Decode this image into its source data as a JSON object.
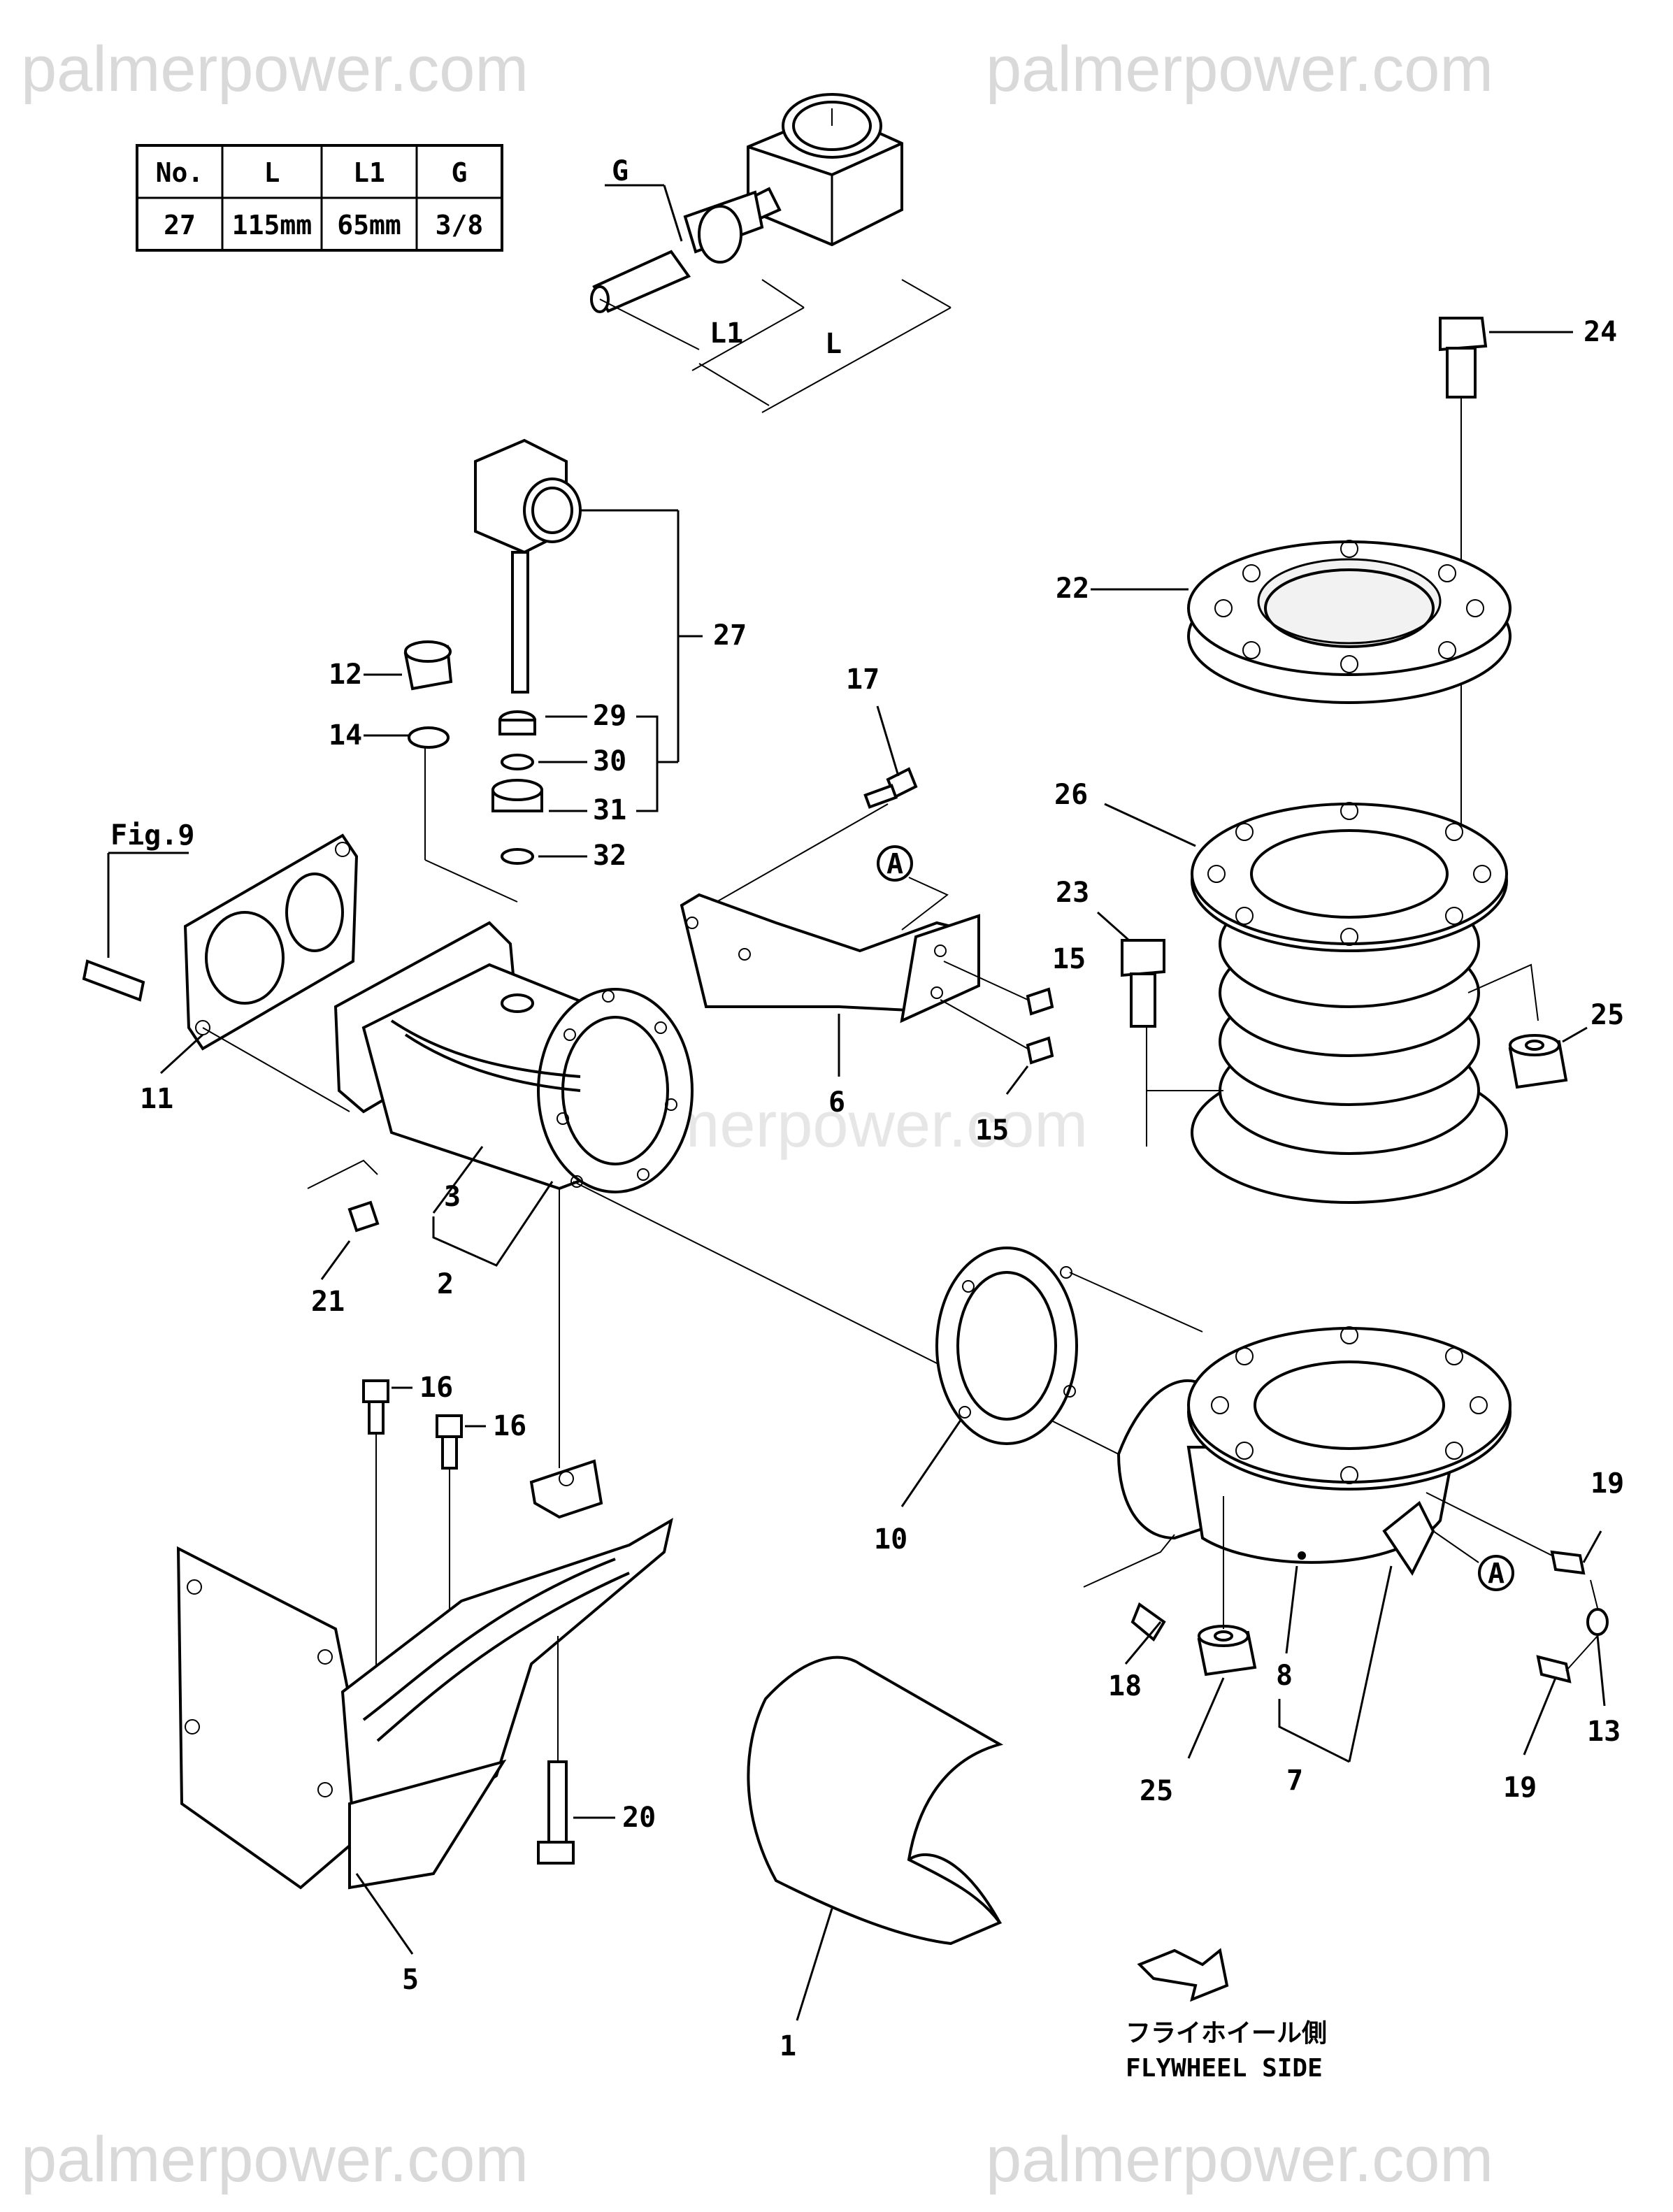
{
  "watermarks": {
    "top_left": "palmerpower.com",
    "top_right": "palmerpower.com",
    "middle": "palmerpower.com",
    "bottom_left": "palmerpower.com",
    "bottom_right": "palmerpower.com"
  },
  "dim_table": {
    "headers": [
      "No.",
      "L",
      "L1",
      "G"
    ],
    "row": [
      "27",
      "115mm",
      "65mm",
      "3/8"
    ]
  },
  "detail_labels": {
    "g": "G",
    "l1": "L1",
    "l": "L"
  },
  "fig_ref": "Fig.9",
  "ref_a": "A",
  "callouts": {
    "c1": "1",
    "c2": "2",
    "c3": "3",
    "c5": "5",
    "c6": "6",
    "c7": "7",
    "c8": "8",
    "c10": "10",
    "c11": "11",
    "c12": "12",
    "c13": "13",
    "c14": "14",
    "c15a": "15",
    "c15b": "15",
    "c16a": "16",
    "c16b": "16",
    "c17": "17",
    "c18": "18",
    "c19a": "19",
    "c19b": "19",
    "c20": "20",
    "c21": "21",
    "c22": "22",
    "c23": "23",
    "c24": "24",
    "c25a": "25",
    "c25b": "25",
    "c26": "26",
    "c27": "27",
    "c29": "29",
    "c30": "30",
    "c31": "31",
    "c32": "32"
  },
  "flywheel": {
    "jp": "フライホイール側",
    "en": "FLYWHEEL SIDE"
  }
}
